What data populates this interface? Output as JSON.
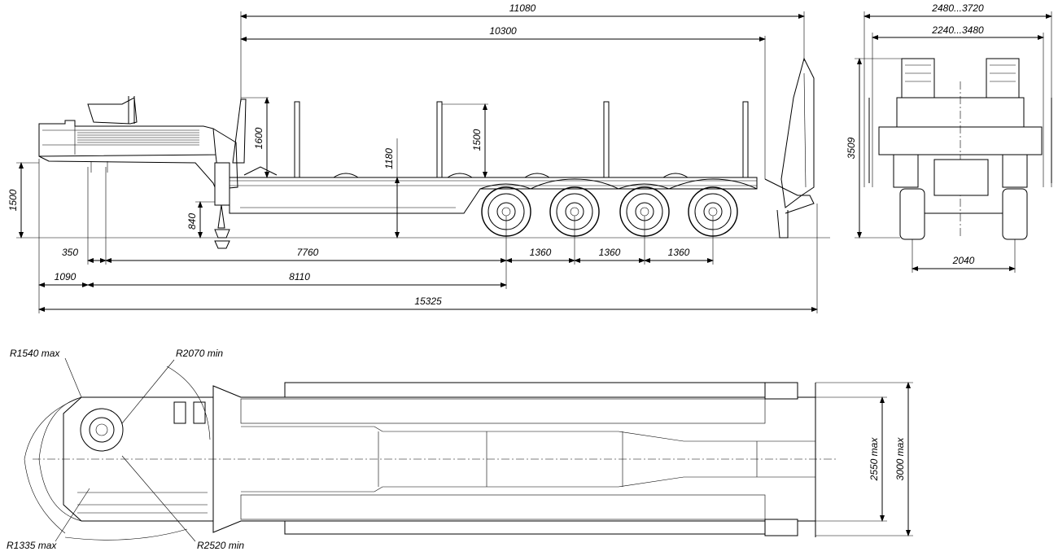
{
  "side_view": {
    "dims": {
      "overall_deck": "11080",
      "deck_length": "10300",
      "height_1600": "1600",
      "height_1500_stake": "1500",
      "height_1180": "1180",
      "height_1500": "1500",
      "height_840": "840",
      "d350": "350",
      "d7760": "7760",
      "d1090": "1090",
      "d8110": "8110",
      "axle1": "1360",
      "axle2": "1360",
      "axle3": "1360",
      "overall_length": "15325"
    }
  },
  "rear_view": {
    "dims": {
      "width_outer": "2480...3720",
      "width_inner": "2240...3480",
      "height": "3509",
      "track": "2040"
    }
  },
  "top_view": {
    "dims": {
      "r1540": "R1540 max",
      "r2070": "R2070 min",
      "r1335": "R1335 max",
      "r2520": "R2520 min",
      "w2550": "2550 max",
      "w3000": "3000 max"
    }
  }
}
